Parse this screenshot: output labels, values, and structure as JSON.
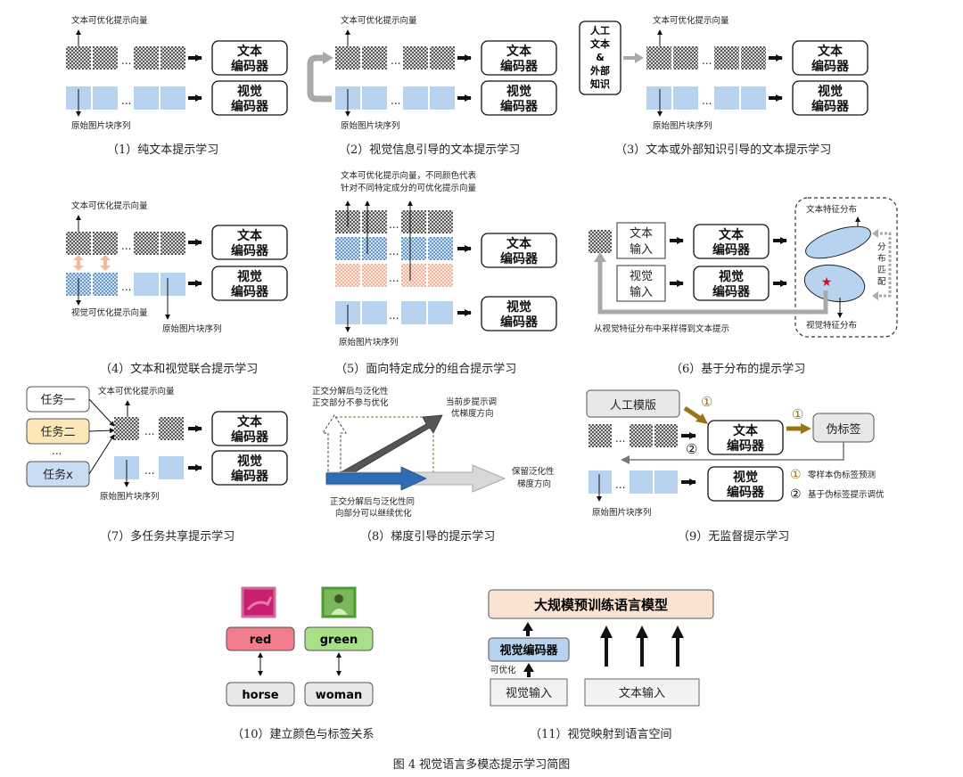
{
  "common": {
    "text_vector": "文本可优化提示向量",
    "patch_seq": "原始图片块序列",
    "text_encoder": [
      "文本",
      "编码器"
    ],
    "visual_encoder": [
      "视觉",
      "编码器"
    ],
    "dots": "..."
  },
  "p1": {
    "caption": "（1）纯文本提示学习"
  },
  "p2": {
    "caption": "（2）视觉信息引导的文本提示学习"
  },
  "p3": {
    "caption": "（3）文本或外部知识引导的文本提示学习",
    "source": [
      "人工",
      "文本",
      "&",
      "外部",
      "知识"
    ]
  },
  "p4": {
    "caption": "（4）文本和视觉联合提示学习",
    "visual_vector": "视觉可优化提示向量"
  },
  "p5": {
    "caption": "（5）面向特定成分的组合提示学习",
    "note": [
      "文本可优化提示向量，不同颜色代表",
      "针对不同特定成分的可优化提示向量"
    ]
  },
  "p6": {
    "caption": "（6）基于分布的提示学习",
    "text_input": [
      "文本",
      "输入"
    ],
    "visual_input": [
      "视觉",
      "输入"
    ],
    "text_dist": "文本特征分布",
    "visual_dist": "视觉特征分布",
    "match": [
      "分",
      "布",
      "匹",
      "配"
    ],
    "sample": "从视觉特征分布中采样得到文本提示"
  },
  "p7": {
    "caption": "（7）多任务共享提示学习",
    "tasks": [
      "任务一",
      "任务二",
      "任务x"
    ]
  },
  "p8": {
    "caption": "（8）梯度引导的提示学习",
    "orth": [
      "正交分解后与泛化性",
      "正交部分不参与优化"
    ],
    "current": [
      "当前步提示调",
      "优梯度方向"
    ],
    "keep": [
      "保留泛化性",
      "梯度方向"
    ],
    "same": [
      "正交分解后与泛化性同",
      "向部分可以继续优化"
    ]
  },
  "p9": {
    "caption": "（9）无监督提示学习",
    "template": "人工模版",
    "pseudo": "伪标签",
    "step1_mark": "①",
    "step2_mark": "②",
    "legend1": "零样本伪标签预测",
    "legend2": "基于伪标签提示调优"
  },
  "p10": {
    "caption": "（10）建立颜色与标签关系",
    "colors": [
      "red",
      "green"
    ],
    "labels": [
      "horse",
      "woman"
    ]
  },
  "p11": {
    "caption": "（11）视觉映射到语言空间",
    "llm": "大规模预训练语言模型",
    "vis_enc": "视觉编码器",
    "optimizable": "可优化",
    "vis_in": "视觉输入",
    "txt_in": "文本输入"
  },
  "figure_caption": "图 4    视觉语言多模态提示学习简图",
  "colors": {
    "patch_blue": "#b8d3ef",
    "patch_pink": "#f6cdbb",
    "pseudo_bg": "#e8e8e8",
    "arrow_brown": "#9c7418",
    "red_tag": "#f07c8c",
    "green_tag": "#a8e088",
    "llm_bg": "#fbe3d3",
    "blue_arrow": "#2e6db6"
  }
}
